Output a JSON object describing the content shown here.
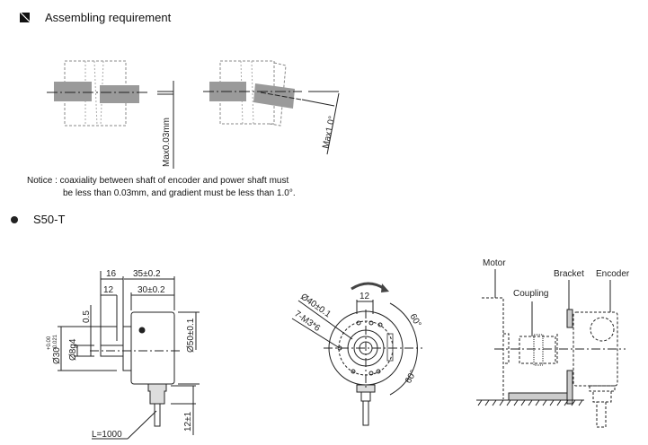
{
  "section1": {
    "icon": "square-diagonal-icon",
    "title": "Assembling requirement"
  },
  "assembly": {
    "offset_label": "Max0.03mm",
    "angle_label": "Max1.0°",
    "notice_line1": "Notice : coaxiality between shaft of encoder and power shaft must",
    "notice_line2": "be less than 0.03mm, and gradient must be less than 1.0°."
  },
  "section2": {
    "icon": "bullet-icon",
    "title": "S50-T"
  },
  "side_view": {
    "dim_16": "16",
    "dim_35": "35±0.2",
    "dim_12": "12",
    "dim_30": "30±0.2",
    "dim_05": "0.5",
    "dim_shaft": "Ø8g4",
    "dim_spigot": "Ø30",
    "dim_spigot_tol_upper": "+0.00",
    "dim_spigot_tol_lower": "-0.021",
    "dim_body": "Ø50±0.1",
    "dim_gland": "12±1",
    "cable_length": "L=1000"
  },
  "front_view": {
    "dim_12": "12",
    "dim_pcd": "Ø40±0.1",
    "holes": "7-M3*6",
    "angle1": "60°",
    "angle2": "60°"
  },
  "install_view": {
    "motor": "Motor",
    "coupling": "Coupling",
    "bracket": "Bracket",
    "encoder": "Encoder"
  }
}
